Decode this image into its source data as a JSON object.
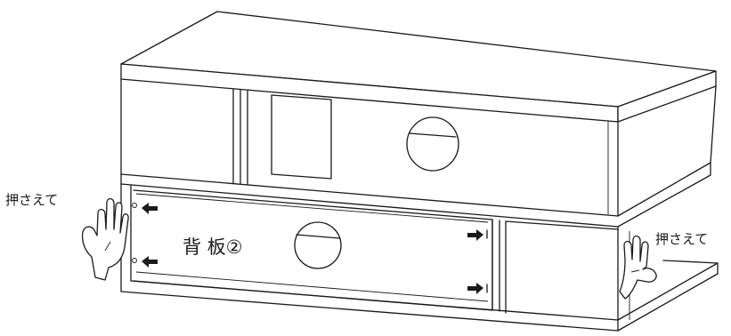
{
  "labels": {
    "press_left": "押さえて",
    "press_right": "押さえて",
    "back_panel": "背 板②"
  },
  "colors": {
    "line": "#1a1a1a",
    "background": "#ffffff"
  },
  "icons": {
    "hand_left": "pressing-hand-icon",
    "hand_right": "pressing-hand-icon",
    "arrow": "arrow-icon"
  }
}
